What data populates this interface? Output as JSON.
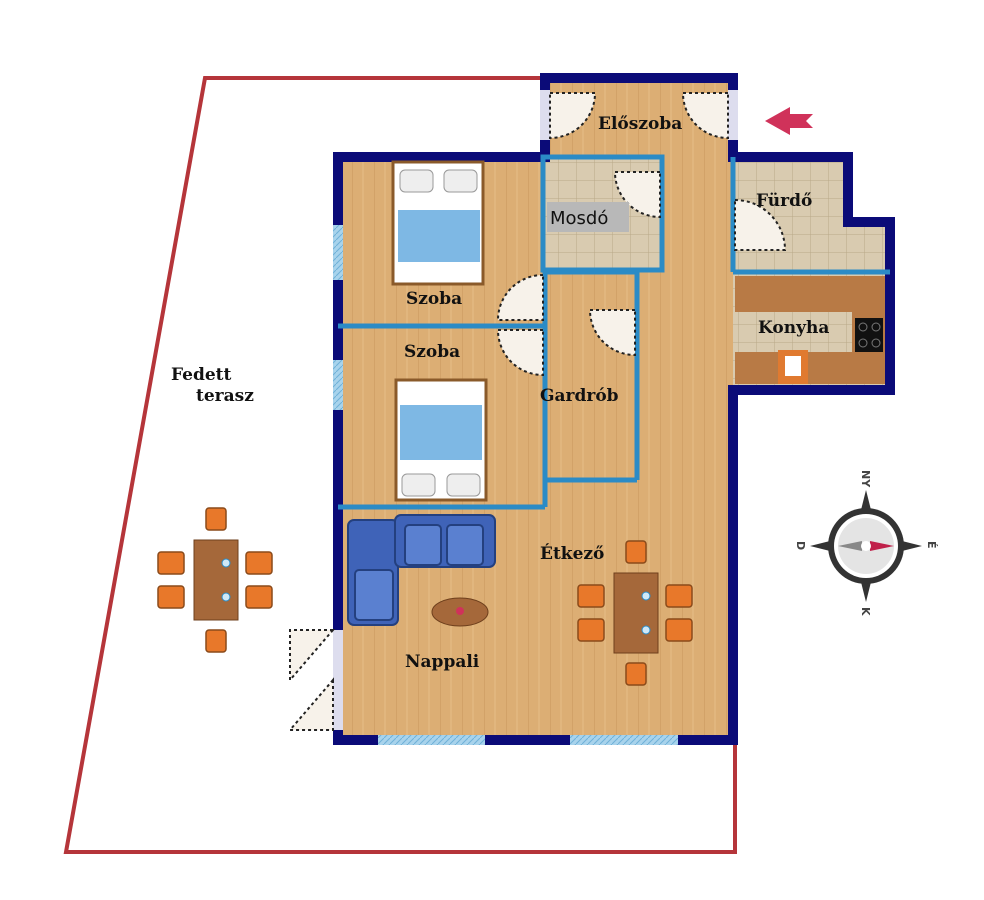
{
  "rooms": {
    "eloszoba": "Előszoba",
    "mosdo": "Mosdó",
    "furdo": "Fürdő",
    "szoba1": "Szoba",
    "szoba2": "Szoba",
    "gardrob": "Gardrób",
    "konyha": "Konyha",
    "terasz_line1": "Fedett",
    "terasz_line2": "terasz",
    "etkezo": "Étkező",
    "nappali": "Nappali"
  },
  "compass": {
    "north": "NY",
    "east": "É",
    "south": "K",
    "west": "D"
  },
  "colors": {
    "outer_wall": "#0b0b78",
    "inner_wall": "#2b8bc6",
    "terrace_line": "#b5353a",
    "wood_floor": "#dcae74",
    "tile_floor": "#d9cbb0",
    "entrance_arrow": "#d0325a"
  }
}
